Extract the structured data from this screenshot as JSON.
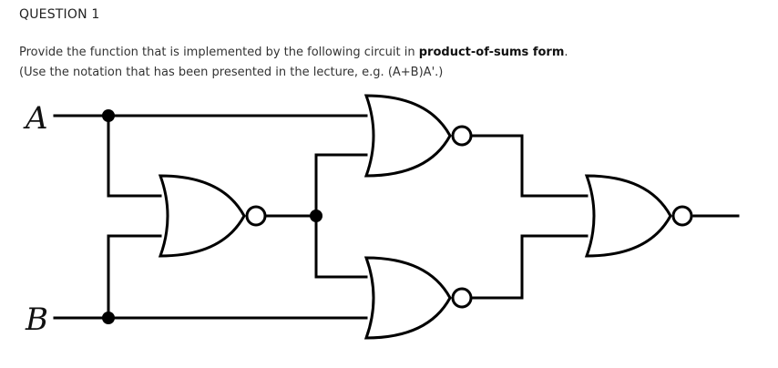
{
  "question": {
    "title": "QUESTION 1",
    "line1_before": "Provide the function that is implemented by the following circuit in ",
    "line1_bold": "product-of-sums form",
    "line1_after": ".",
    "line2": "(Use the notation that has been presented in the lecture, e.g. (A+B)A'.)"
  },
  "circuit": {
    "inputs": [
      "A",
      "B"
    ],
    "gates": [
      "NOR",
      "NOR",
      "NOR",
      "NOR"
    ],
    "line_color": "#000000"
  }
}
